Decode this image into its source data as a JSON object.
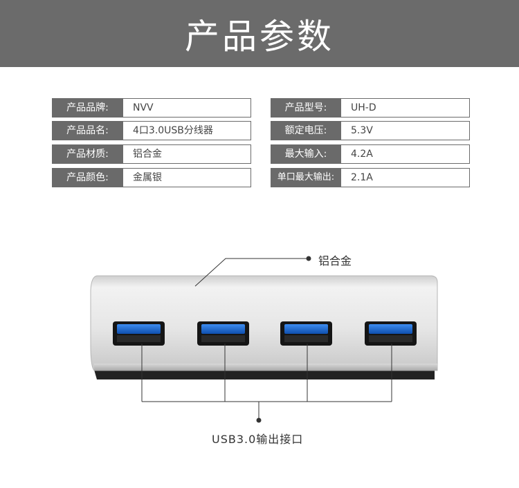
{
  "header": {
    "title": "产品参数"
  },
  "specs": {
    "left": [
      {
        "label": "产品品牌:",
        "value": "NVV"
      },
      {
        "label": "产品品名:",
        "value": "4口3.0USB分线器"
      },
      {
        "label": "产品材质:",
        "value": "铝合金"
      },
      {
        "label": "产品颜色:",
        "value": "金属银"
      }
    ],
    "right": [
      {
        "label": "产品型号:",
        "value": "UH-D"
      },
      {
        "label": "额定电压:",
        "value": "5.3V"
      },
      {
        "label": "最大输入:",
        "value": "4.2A"
      },
      {
        "label": "单口最大输出:",
        "value": "2.1A"
      }
    ]
  },
  "diagram": {
    "material_callout": "铝合金",
    "ports_callout": "USB3.0输出接口",
    "port_count": 4,
    "colors": {
      "port_blue": "#1d6fd6",
      "body_silver": "#e3e3e3",
      "line": "#333333"
    }
  }
}
